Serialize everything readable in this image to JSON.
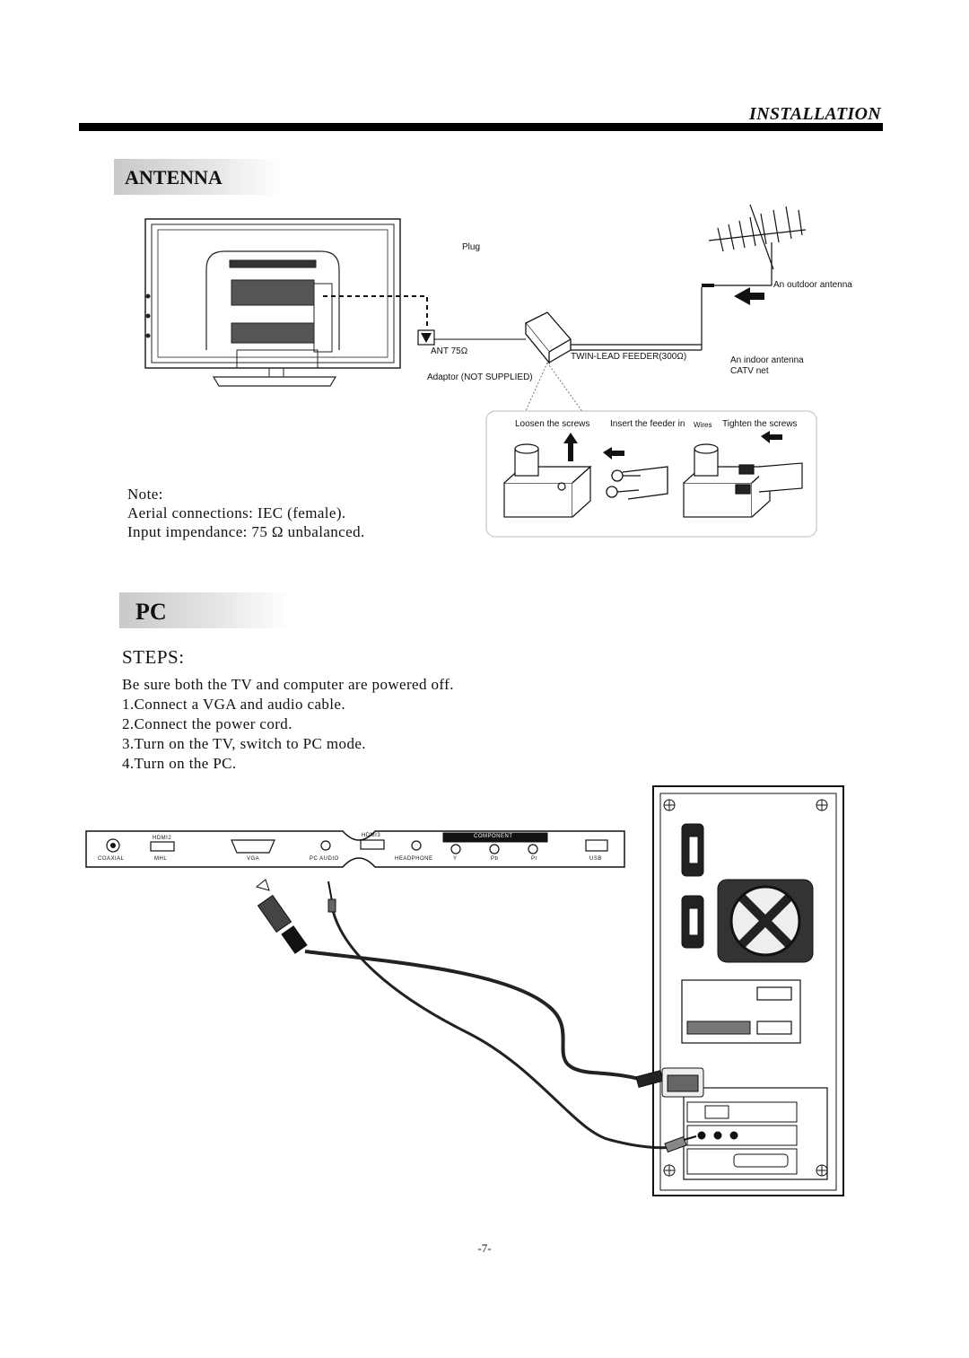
{
  "header": {
    "title": "INSTALLATION"
  },
  "antenna": {
    "heading": "ANTENNA",
    "labels": {
      "plug": "Plug",
      "outdoor_antenna": "An outdoor antenna",
      "ant_75": "ANT 75Ω",
      "twin_lead": "TWIN-LEAD FEEDER(300Ω)",
      "indoor_antenna": "An indoor antenna",
      "catv": "CATV net",
      "adaptor": "Adaptor  (NOT SUPPLIED)",
      "loosen": "Loosen the screws",
      "insert": "Insert the feeder in",
      "wires": "Wires",
      "tighten": "Tighten the screws"
    },
    "note_title": "Note:",
    "note_line1": "Aerial connections: IEC (female).",
    "note_line2": "Input impendance: 75 Ω unbalanced."
  },
  "pc": {
    "heading": "PC",
    "steps_title": "STEPS:",
    "steps": [
      "Be sure both the TV and computer are powered off.",
      "1.Connect a VGA and audio cable.",
      "2.Connect the power cord.",
      "3.Turn on the TV, switch  to PC mode.",
      "4.Turn on the PC."
    ],
    "ports": {
      "hdmi2": "HDMI2",
      "hdmi3": "HDMI3",
      "component": "COMPONENT",
      "coaxial": "COAXIAL",
      "mhl": "MHL",
      "vga": "VGA",
      "pc_audio": "PC AUDIO",
      "headphone": "HEADPHONE",
      "y": "Y",
      "pb": "Pb",
      "pr": "Pr",
      "usb": "USB"
    }
  },
  "footer": {
    "page_number": "-7-"
  }
}
